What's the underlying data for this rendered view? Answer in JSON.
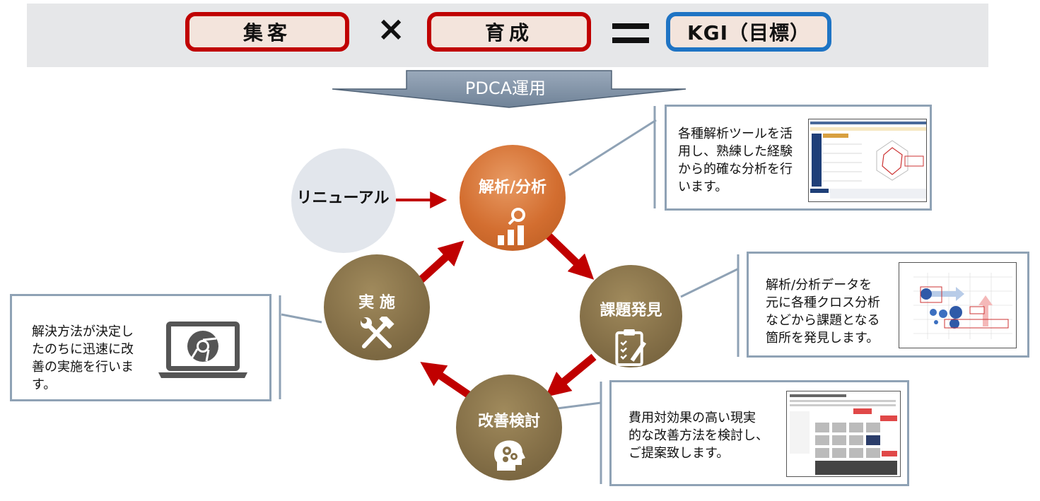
{
  "formula": {
    "term1": "集客",
    "times": "×",
    "term2": "育成",
    "equals": "=",
    "result": "KGI（目標）"
  },
  "pdca_label": "PDCA運用",
  "renewal_label": "リニューアル",
  "cycle": {
    "analysis": "解析/分析",
    "issue": "課題発見",
    "improve": "改善検討",
    "execute": "実 施"
  },
  "boxes": {
    "analysis": [
      "各種解析ツールを活",
      "用し、熟練した経験",
      "から的確な分析を行",
      "います。"
    ],
    "issue": [
      "解析/分析データを",
      "元に各種クロス分析",
      "などから課題となる",
      "箇所を発見します。"
    ],
    "improve": [
      "費用対効果の高い現実",
      "的な改善方法を検討し、",
      "ご提案致します。"
    ],
    "execute": [
      "解決方法が決定し",
      "たのちに迅速に改",
      "善の実施を行いま",
      "す。"
    ]
  },
  "colors": {
    "red_border": "#c00000",
    "blue_border": "#1f74c4",
    "arrow_red": "#c00000",
    "analysis_circle": "#d36e30",
    "other_circles": "#857048",
    "box_border": "#8fa2b5"
  }
}
